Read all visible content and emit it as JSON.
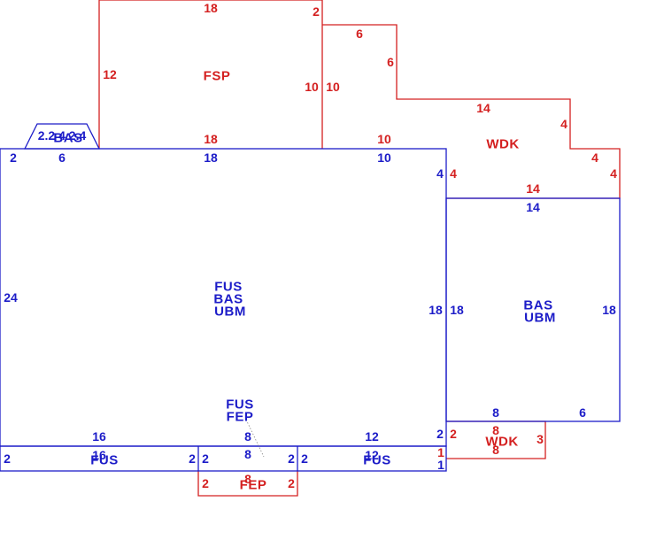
{
  "colors": {
    "blue": "#1c1cc8",
    "red": "#d42020"
  },
  "areas": {
    "fsp": "FSP",
    "wdk_upper": "WDK",
    "bas_small": "BAS",
    "main": [
      "FUS",
      "BAS",
      "UBM"
    ],
    "right": [
      "BAS",
      "UBM"
    ],
    "fus_fep": [
      "FUS",
      "FEP"
    ],
    "fus_strip_left": "FUS",
    "fus_strip_right": "FUS",
    "wdk_lower": "WDK",
    "fep": "FEP"
  },
  "dims": {
    "fsp_top": "18",
    "fsp_left": "12",
    "fsp_right": "10",
    "fsp_bottom": "18",
    "fsp_corner": "2",
    "wdk_top_6a": "6",
    "wdk_side_6": "6",
    "wdk_left_10": "10",
    "wdk_top_14": "14",
    "wdk_right_4a": "4",
    "wdk_right_4b": "4",
    "wdk_right_4c": "4",
    "wdk_left_4": "4",
    "wdk_bottom_10": "10",
    "wdk_bottom_14": "14",
    "bas_small": "2.2 4 2.4",
    "main_top_2": "2",
    "main_top_6": "6",
    "main_top_18": "18",
    "main_top_10": "10",
    "main_right_4": "4",
    "main_left_24": "24",
    "main_right_18": "18",
    "right_left_18": "18",
    "right_right_18": "18",
    "right_top_14": "14",
    "right_bottom_8": "8",
    "right_bottom_6": "6",
    "main_bottom_16": "16",
    "main_bottom_8": "8",
    "main_bottom_12": "12",
    "main_bottom_2": "2",
    "strip_left_2": "2",
    "strip_16": "16",
    "strip_2a": "2",
    "strip_2b": "2",
    "strip_8": "8",
    "strip_2c": "2",
    "strip_2d": "2",
    "strip_12": "12",
    "strip_1a": "1",
    "strip_1b": "1",
    "wdk_low_2": "2",
    "wdk_low_8a": "8",
    "wdk_low_8b": "8",
    "wdk_low_3": "3",
    "fep_2a": "2",
    "fep_8": "8",
    "fep_2b": "2"
  }
}
